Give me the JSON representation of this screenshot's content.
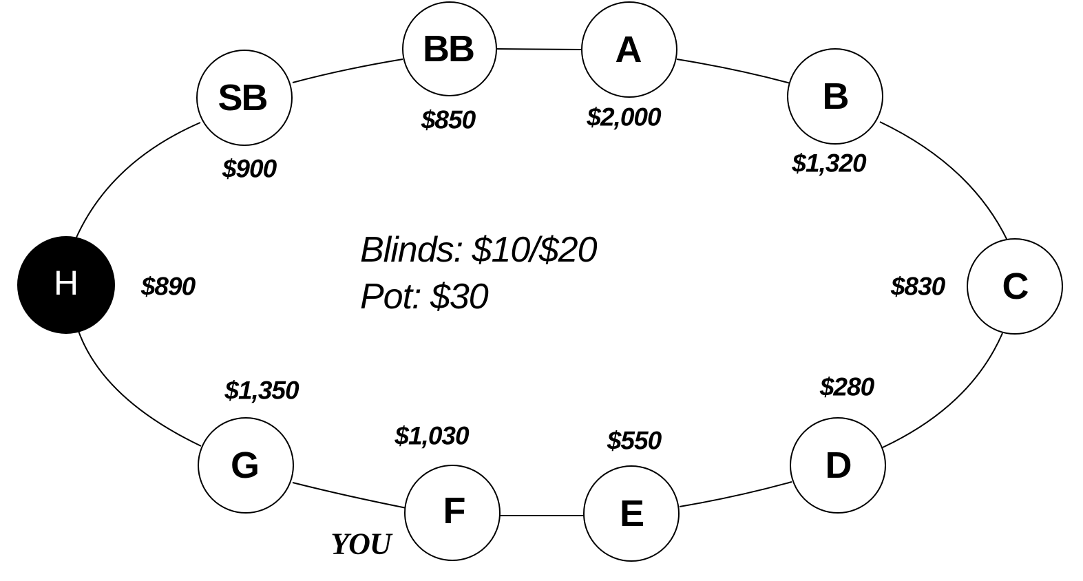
{
  "table": {
    "info": {
      "blinds": "Blinds: $10/$20",
      "pot": "Pot: $30"
    },
    "you_label": "YOU",
    "dealer_seat": "H",
    "hero_seat": "F",
    "seats": [
      {
        "id": "sb",
        "label": "SB",
        "stack": "$900"
      },
      {
        "id": "bb",
        "label": "BB",
        "stack": "$850"
      },
      {
        "id": "a",
        "label": "A",
        "stack": "$2,000"
      },
      {
        "id": "b",
        "label": "B",
        "stack": "$1,320"
      },
      {
        "id": "c",
        "label": "C",
        "stack": "$830"
      },
      {
        "id": "d",
        "label": "D",
        "stack": "$280"
      },
      {
        "id": "e",
        "label": "E",
        "stack": "$550"
      },
      {
        "id": "f",
        "label": "F",
        "stack": "$1,030"
      },
      {
        "id": "g",
        "label": "G",
        "stack": "$1,350"
      },
      {
        "id": "h",
        "label": "H",
        "stack": "$890"
      }
    ]
  }
}
